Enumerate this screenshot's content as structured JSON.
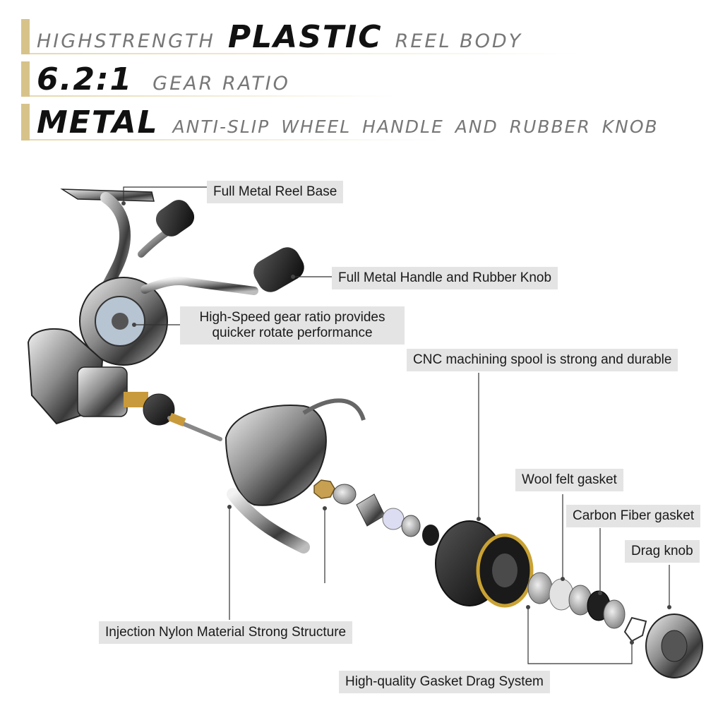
{
  "header": {
    "line1": {
      "pre": "HIGHSTRENGTH",
      "emph": "PLASTIC",
      "post": "REEL BODY"
    },
    "line2": {
      "emph": "6.2:1",
      "post": "GEAR RATIO"
    },
    "line3": {
      "emph": "METAL",
      "post": "ANTI-SLIP WHEEL HANDLE AND RUBBER KNOB"
    }
  },
  "callouts": {
    "reel_base": "Full Metal Reel Base",
    "handle": "Full Metal Handle and Rubber Knob",
    "gear_line1": "High-Speed gear ratio provides",
    "gear_line2": "quicker rotate performance",
    "spool": "CNC machining spool is strong and durable",
    "wool": "Wool felt gasket",
    "carbon": "Carbon Fiber gasket",
    "drag_knob": "Drag knob",
    "nylon": "Injection Nylon Material Strong Structure",
    "drag_system": "High-quality Gasket Drag System"
  },
  "colors": {
    "accent_gold": "#d7c38a",
    "label_bg": "#e4e4e4",
    "leader": "#333333"
  }
}
